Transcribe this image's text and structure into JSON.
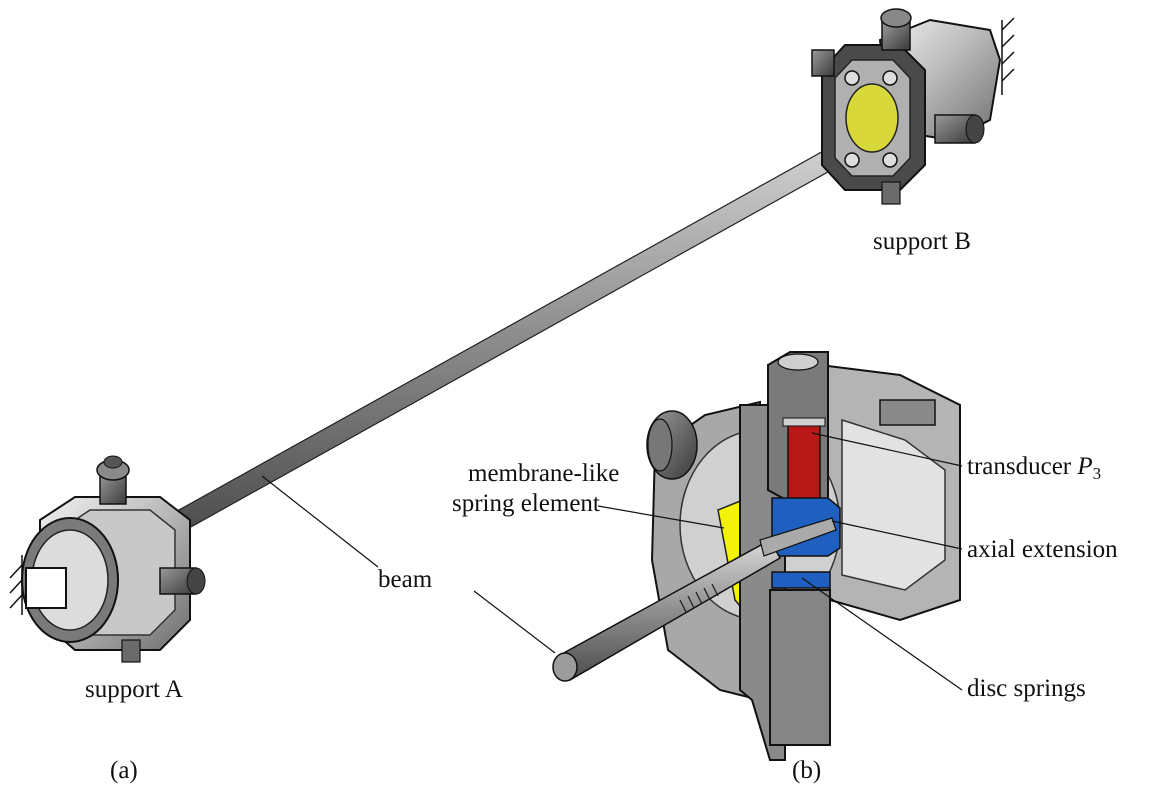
{
  "labels": {
    "support_a": "support A",
    "support_b": "support B",
    "beam": "beam",
    "membrane_line1": "membrane-like",
    "membrane_line2": "spring element",
    "transducer_text": "transducer",
    "transducer_symbol": "P",
    "transducer_subscript": "3",
    "axial_extension": "axial extension",
    "disc_springs": "disc springs",
    "panel_a": "(a)",
    "panel_b": "(b)"
  },
  "colors": {
    "beam_fill": "#8c8c8c",
    "housing_fill": "#a6a6a6",
    "housing_dark": "#5a5a5a",
    "membrane_yellow": "#f2f20a",
    "transducer_red": "#b81818",
    "extension_blue": "#1f5fbf",
    "outline": "#111111"
  }
}
